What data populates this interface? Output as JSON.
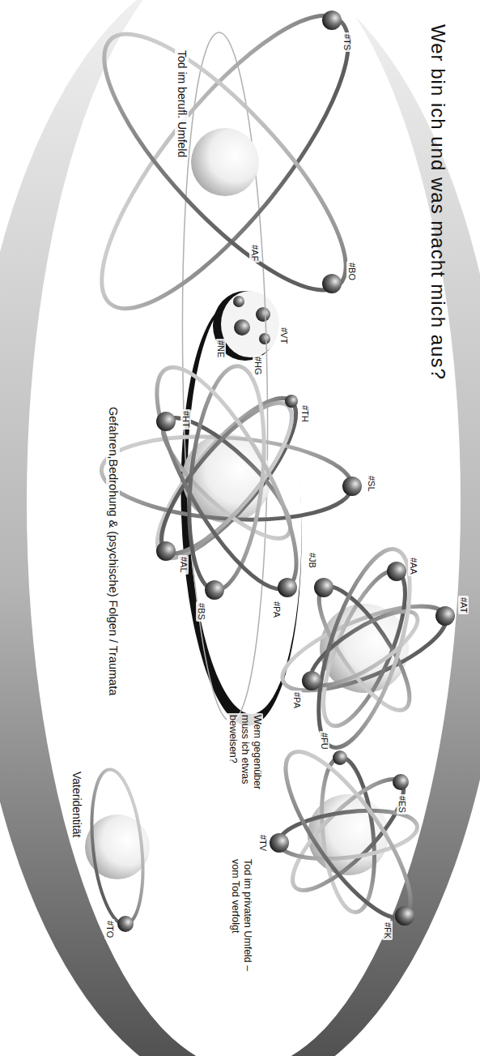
{
  "diagram": {
    "title": "Wer bin ich und was macht mich aus?",
    "nodes": [
      {
        "text": [
          "Tod im berufl. Umfeld"
        ]
      },
      {
        "text": [
          "Gefahren,Bedrohung & (psychische) Folgen / Traumata"
        ]
      },
      {
        "text": [
          "Wem gegenüber muss ich etwas beweisen?"
        ]
      },
      {
        "text": [
          "Tod im privaten Umfeld – vom Tod verfolgt"
        ]
      },
      {
        "text": [
          "Vateridentität"
        ]
      }
    ],
    "labels": [
      "#TS",
      "#BO",
      "#AF",
      "#VT",
      "#NE",
      "#HG",
      "#TH",
      "#SL",
      "#HT",
      "#AL",
      "#BS",
      "#PA",
      "#AT",
      "#AA",
      "#JB",
      "#PA",
      "#FU",
      "#ES",
      "#TV",
      "#FK",
      "#TO"
    ]
  }
}
